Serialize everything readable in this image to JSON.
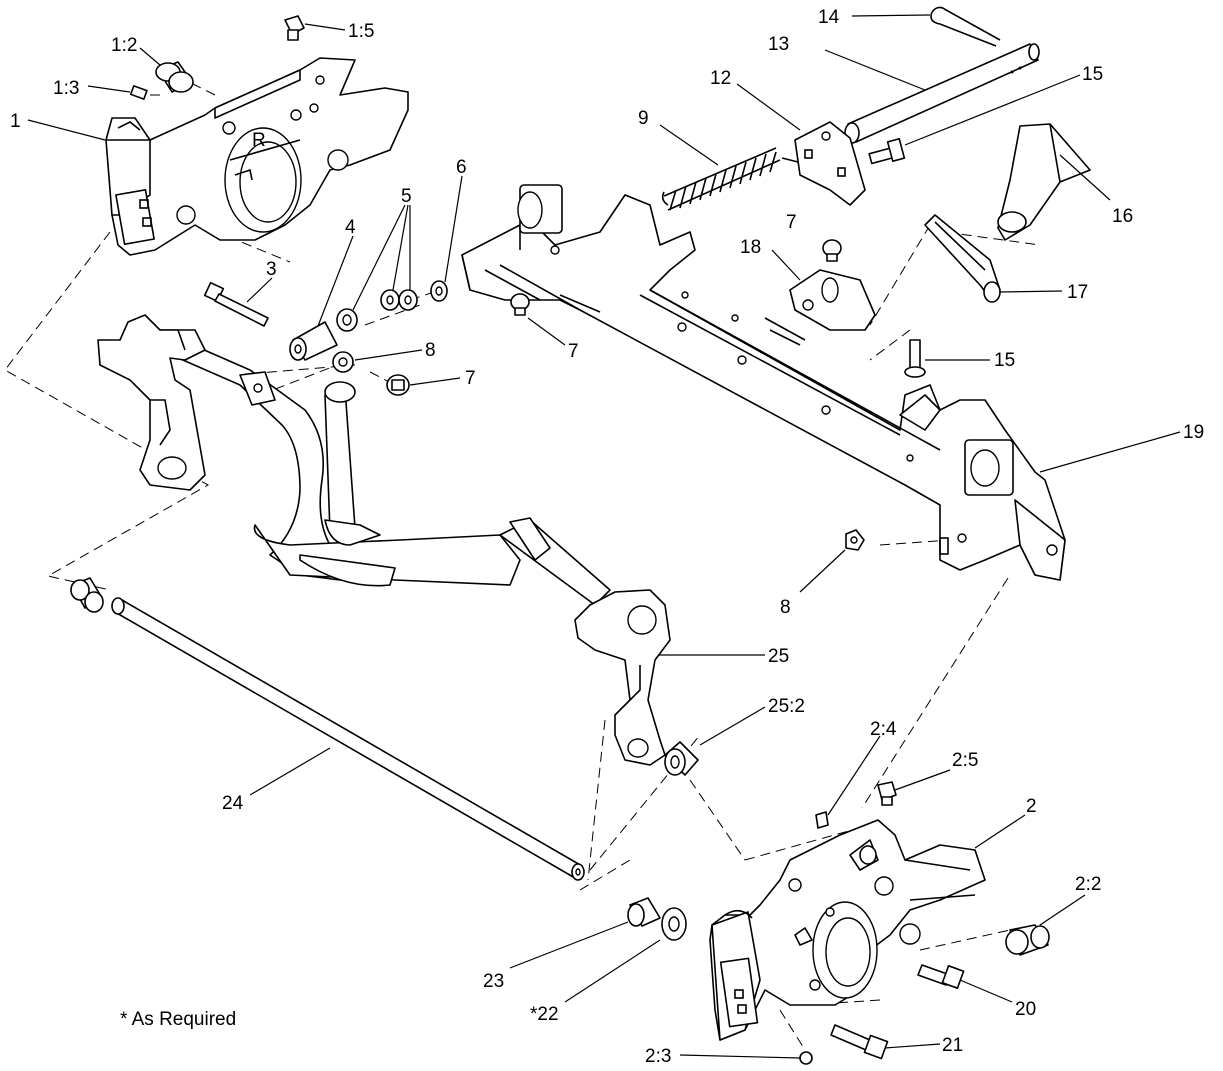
{
  "callouts": [
    {
      "id": "c-1-5",
      "text": "1:5"
    },
    {
      "id": "c-1-2",
      "text": "1:2"
    },
    {
      "id": "c-1-3",
      "text": "1:3"
    },
    {
      "id": "c-1",
      "text": "1"
    },
    {
      "id": "c-14",
      "text": "14"
    },
    {
      "id": "c-13",
      "text": "13"
    },
    {
      "id": "c-12",
      "text": "12"
    },
    {
      "id": "c-15a",
      "text": "15"
    },
    {
      "id": "c-9",
      "text": "9"
    },
    {
      "id": "c-6",
      "text": "6"
    },
    {
      "id": "c-5",
      "text": "5"
    },
    {
      "id": "c-4",
      "text": "4"
    },
    {
      "id": "c-3",
      "text": "3"
    },
    {
      "id": "c-7a",
      "text": "7"
    },
    {
      "id": "c-18",
      "text": "18"
    },
    {
      "id": "c-16",
      "text": "16"
    },
    {
      "id": "c-17",
      "text": "17"
    },
    {
      "id": "c-7b",
      "text": "7"
    },
    {
      "id": "c-8a",
      "text": "8"
    },
    {
      "id": "c-7c",
      "text": "7"
    },
    {
      "id": "c-15b",
      "text": "15"
    },
    {
      "id": "c-19",
      "text": "19"
    },
    {
      "id": "c-8b",
      "text": "8"
    },
    {
      "id": "c-25",
      "text": "25"
    },
    {
      "id": "c-25-2",
      "text": "25:2"
    },
    {
      "id": "c-2-4",
      "text": "2:4"
    },
    {
      "id": "c-2-5",
      "text": "2:5"
    },
    {
      "id": "c-2",
      "text": "2"
    },
    {
      "id": "c-24",
      "text": "24"
    },
    {
      "id": "c-2-2",
      "text": "2:2"
    },
    {
      "id": "c-23",
      "text": "23"
    },
    {
      "id": "c-20",
      "text": "20"
    },
    {
      "id": "c-22",
      "text": "*22"
    },
    {
      "id": "c-21",
      "text": "21"
    },
    {
      "id": "c-2-3",
      "text": "2:3"
    }
  ],
  "note": "* As Required",
  "plate_mark": "R"
}
